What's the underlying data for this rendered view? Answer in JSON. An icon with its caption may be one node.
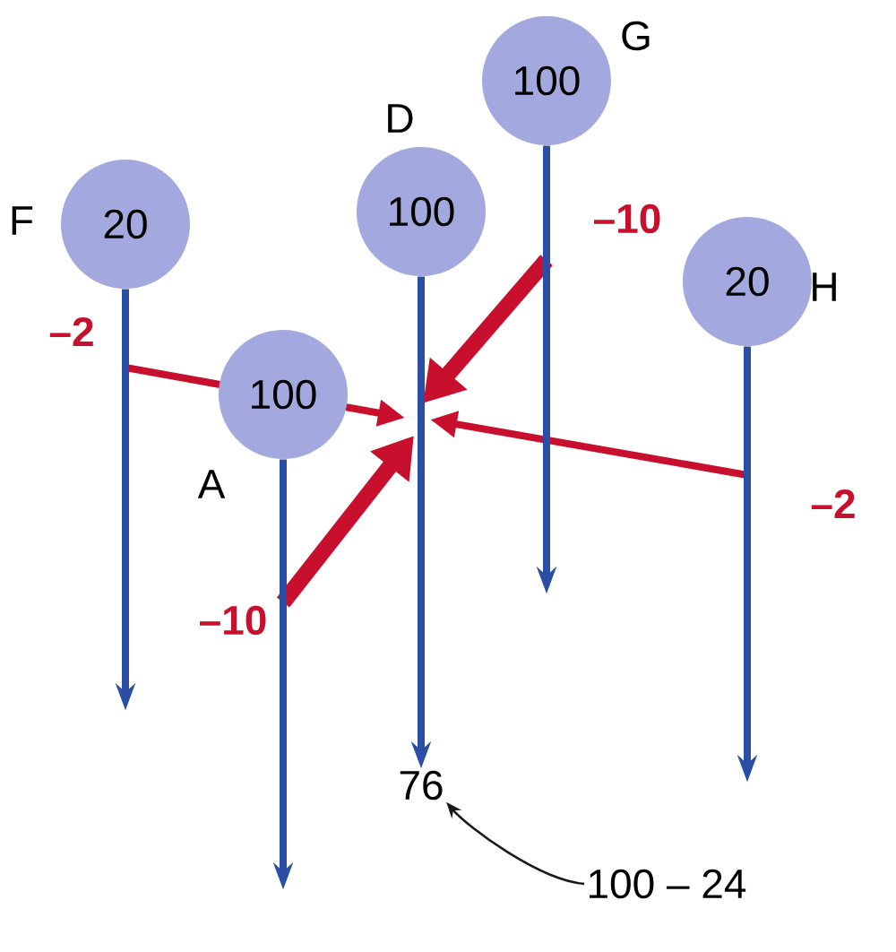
{
  "diagram": {
    "nodes": [
      {
        "text": [
          "20"
        ],
        "beside": [
          "F"
        ]
      },
      {
        "text": [
          "100"
        ],
        "beside": [
          "D"
        ]
      },
      {
        "text": [
          "100"
        ],
        "beside": [
          "G"
        ]
      },
      {
        "text": [
          "20"
        ],
        "beside": [
          "H"
        ]
      },
      {
        "text": [
          "100"
        ],
        "beside": [
          "A"
        ]
      },
      {
        "text": [
          "76"
        ]
      },
      {
        "text": [
          "100 – 24"
        ]
      }
    ],
    "edges": [
      {
        "from": 0,
        "to": null,
        "arrow": "to"
      },
      {
        "from": 1,
        "to": 5,
        "arrow": "to"
      },
      {
        "from": 2,
        "to": null,
        "arrow": "to"
      },
      {
        "from": 3,
        "to": null,
        "arrow": "to"
      },
      {
        "from": 4,
        "to": null,
        "arrow": "to"
      },
      {
        "from": 6,
        "to": 5,
        "arrow": "to",
        "color": "#1a1a1a"
      }
    ],
    "labels": [
      "–10",
      "–2",
      "–2",
      "–10"
    ]
  }
}
